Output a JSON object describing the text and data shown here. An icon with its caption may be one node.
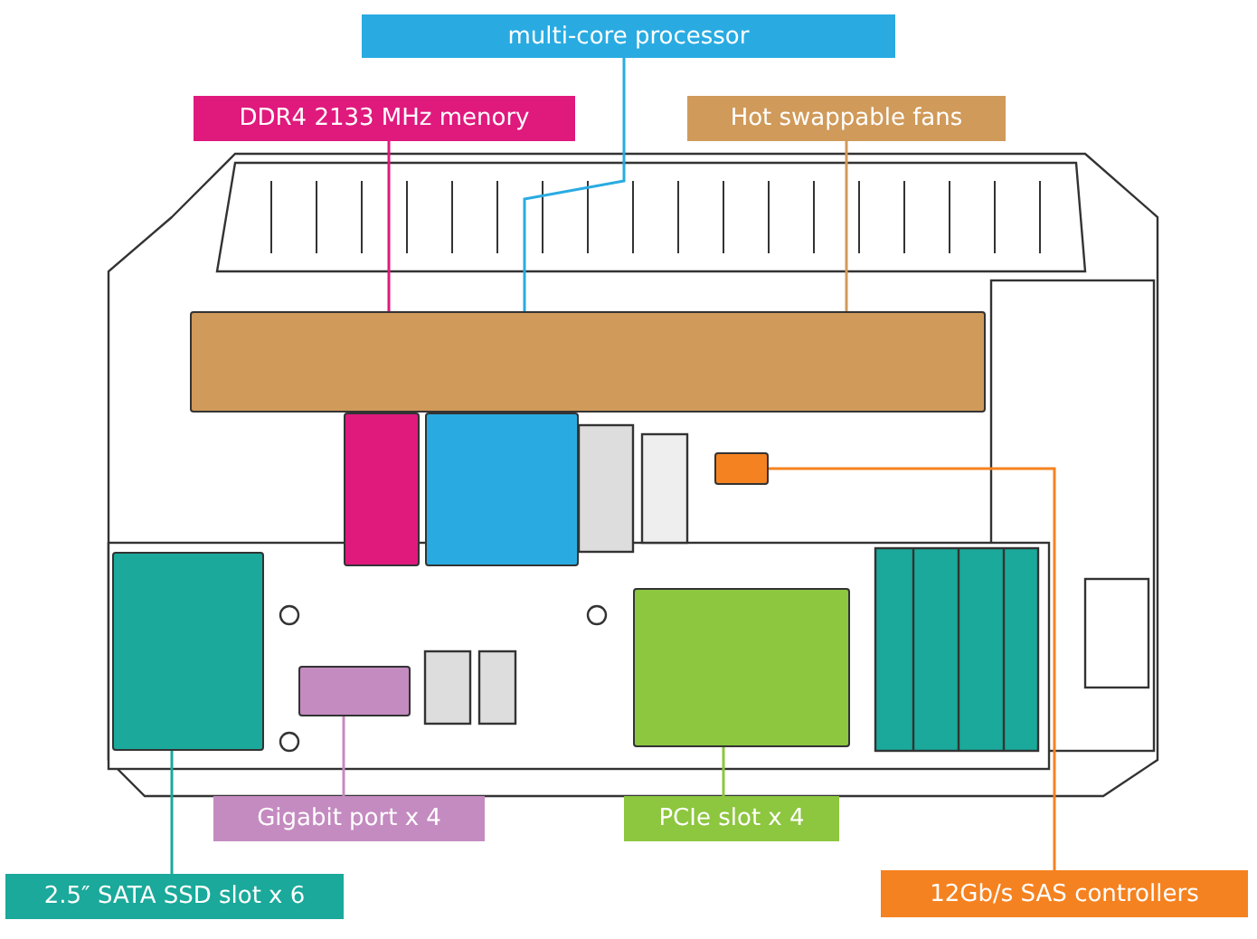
{
  "diagram": {
    "nodes": [
      {
        "text": [
          "multi-core processor"
        ]
      },
      {
        "text": [
          "DDR4 2133 MHz menory"
        ]
      },
      {
        "text": [
          "Hot swappable fans"
        ]
      },
      {
        "text": [
          "Gigabit port x 4"
        ]
      },
      {
        "text": [
          "PCIe slot x 4"
        ]
      },
      {
        "text": [
          "2.5″ SATA SSD slot x 6"
        ]
      },
      {
        "text": [
          "12Gb/s SAS controllers"
        ]
      },
      {
        "text": [],
        "shape": "box"
      },
      {
        "text": [],
        "shape": "box"
      },
      {
        "text": [],
        "shape": "box"
      },
      {
        "text": [],
        "shape": "box"
      },
      {
        "text": [],
        "shape": "box"
      },
      {
        "text": [],
        "shape": "box"
      },
      {
        "text": [],
        "shape": "box"
      }
    ],
    "edges": [
      {
        "from": 0,
        "to": 7,
        "arrow": "none",
        "color": "#29abe2"
      },
      {
        "from": 1,
        "to": 8,
        "arrow": "none",
        "color": "#e0197d"
      },
      {
        "from": 2,
        "to": 9,
        "arrow": "none",
        "color": "#d09a5a"
      },
      {
        "from": 3,
        "to": 10,
        "arrow": "none",
        "color": "#c48bc0"
      },
      {
        "from": 4,
        "to": 11,
        "arrow": "none",
        "color": "#8dc63f"
      },
      {
        "from": 5,
        "to": 12,
        "arrow": "none",
        "color": "#1aa99a"
      },
      {
        "from": 6,
        "to": 13,
        "arrow": "none",
        "color": "#f58220"
      }
    ]
  }
}
